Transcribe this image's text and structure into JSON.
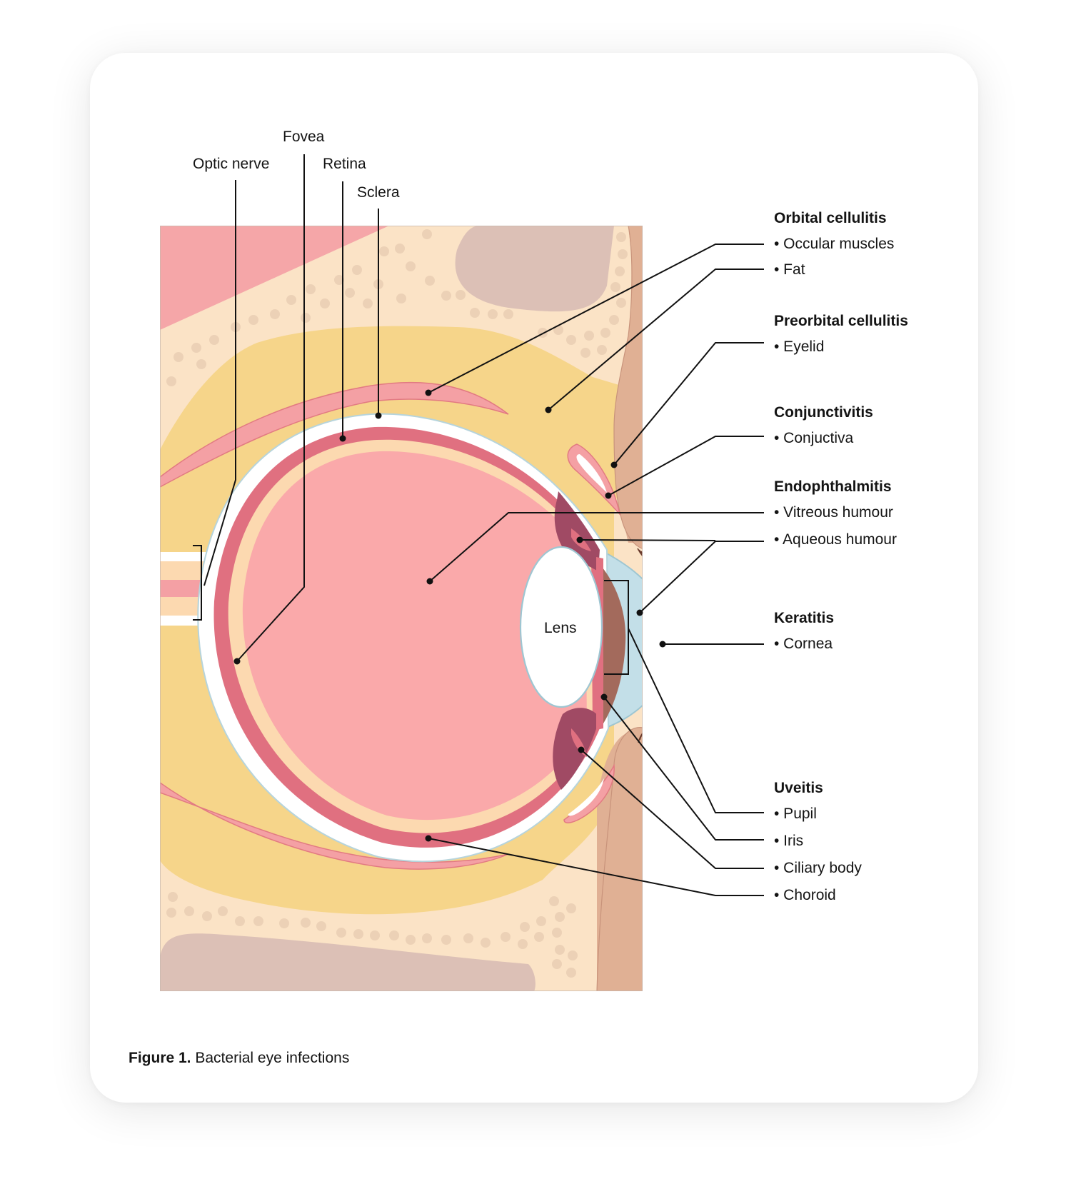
{
  "caption": {
    "prefix": "Figure 1.",
    "text": "Bacterial eye infections"
  },
  "anatomy_labels": {
    "fovea": "Fovea",
    "optic_nerve": "Optic nerve",
    "retina": "Retina",
    "sclera": "Sclera",
    "lens": "Lens"
  },
  "infections": [
    {
      "name": "Orbital cellulitis",
      "items": [
        "• Occular muscles",
        "• Fat"
      ]
    },
    {
      "name": "Preorbital cellulitis",
      "items": [
        "• Eyelid"
      ]
    },
    {
      "name": "Conjunctivitis",
      "items": [
        "• Conjuctiva"
      ]
    },
    {
      "name": "Endophthalmitis",
      "items": [
        "• Vitreous humour",
        "• Aqueous humour"
      ]
    },
    {
      "name": "Keratitis",
      "items": [
        "• Cornea"
      ]
    },
    {
      "name": "Uveitis",
      "items": [
        "• Pupil",
        "• Iris",
        "• Ciliary body",
        "• Choroid"
      ]
    }
  ],
  "colors": {
    "bone": "#fbe3c6",
    "bone_dot": "#ecd1b6",
    "fat": "#f6d58a",
    "muscle": "#f4a0a4",
    "sclera": "#ffffff",
    "choroid": "#e07080",
    "retina": "#fcd9b0",
    "vitreous": "#faa9aa",
    "cornea": "#c3dfe8",
    "iris": "#a36a5c",
    "ciliary": "#a04a64",
    "skin": "#e0b094",
    "sinus": "#dcc0b6"
  }
}
